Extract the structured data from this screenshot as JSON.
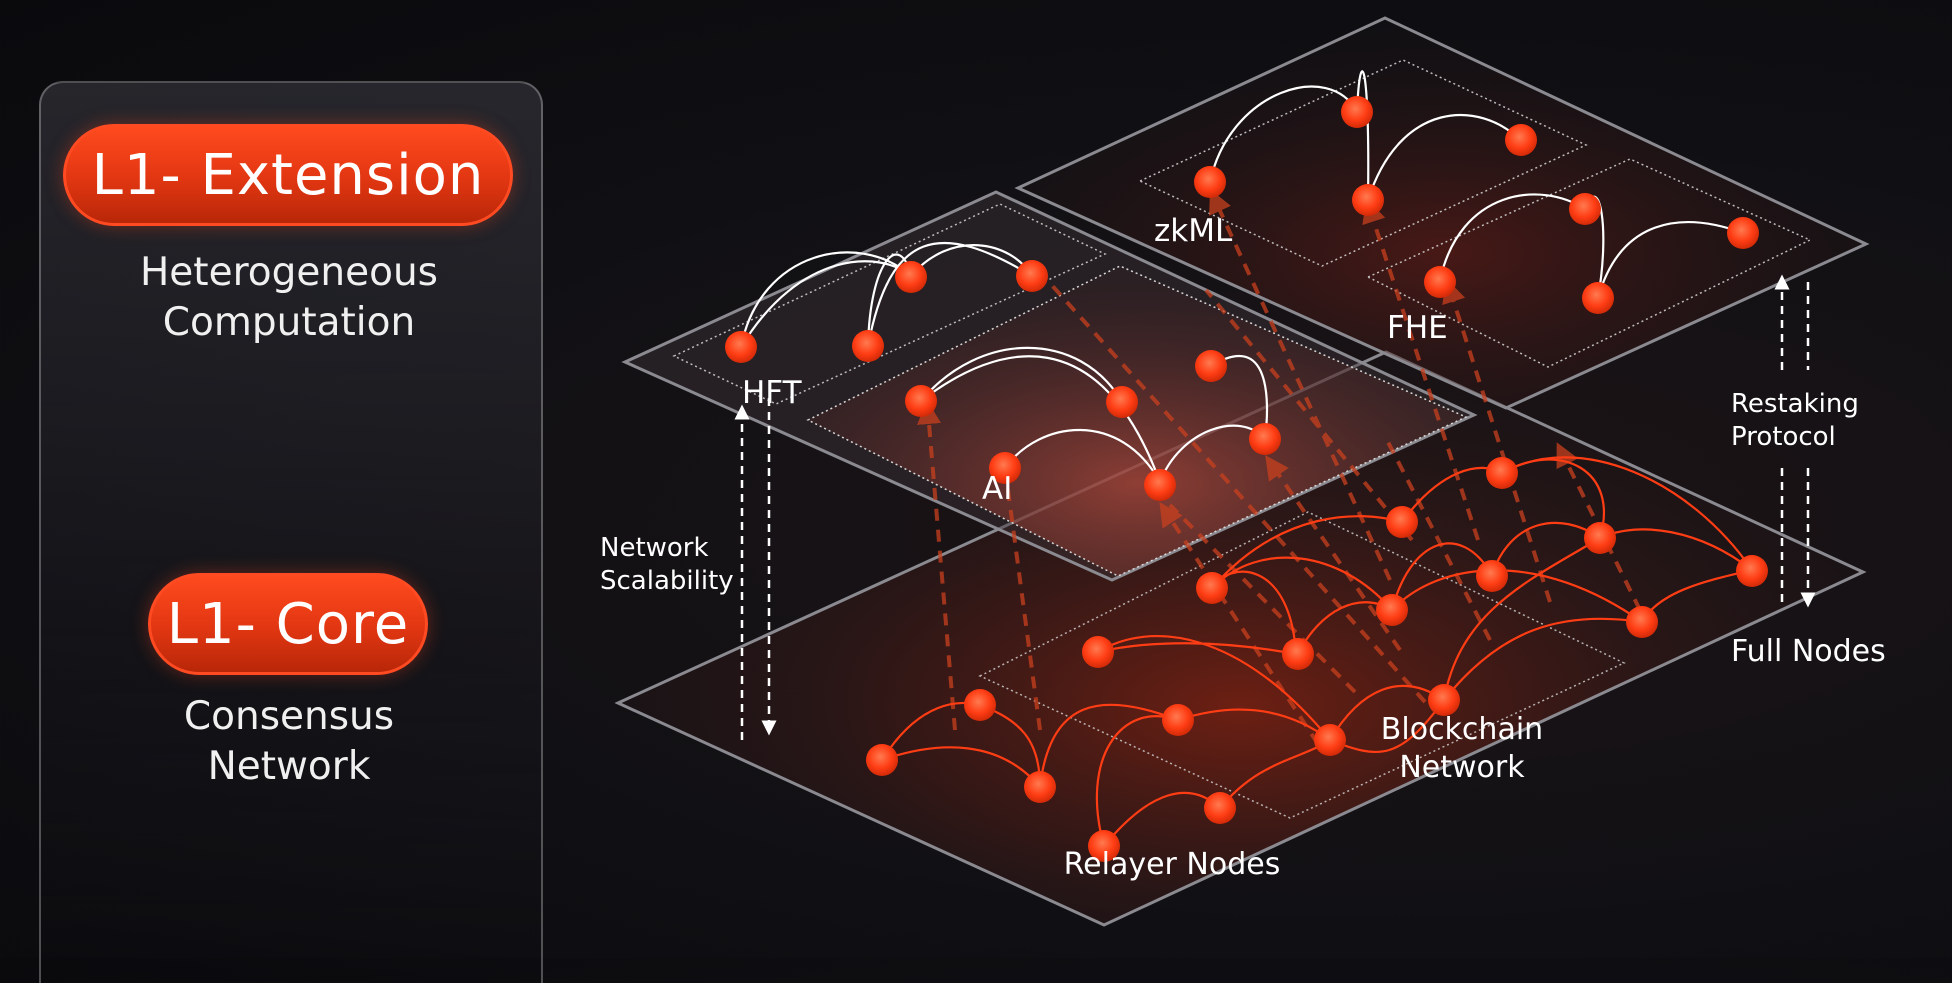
{
  "sidebar": {
    "extension": {
      "label": "L1- Extension",
      "subtitle": "Heterogeneous\nComputation"
    },
    "core": {
      "label": "L1- Core",
      "subtitle": "Consensus\nNetwork"
    }
  },
  "diagram": {
    "labels": {
      "hft": "HFT",
      "ai": "AI",
      "zkml": "zkML",
      "fhe": "FHE",
      "network_scalability_1": "Network",
      "network_scalability_2": "Scalability",
      "restaking_1": "Restaking",
      "restaking_2": "Protocol",
      "full_nodes": "Full Nodes",
      "blockchain_1": "Blockchain",
      "blockchain_2": "Network",
      "relayer_nodes": "Relayer Nodes"
    },
    "colors": {
      "accent": "#ff3d14",
      "node": "#ff4a22",
      "white_edge": "#ffffff"
    }
  }
}
